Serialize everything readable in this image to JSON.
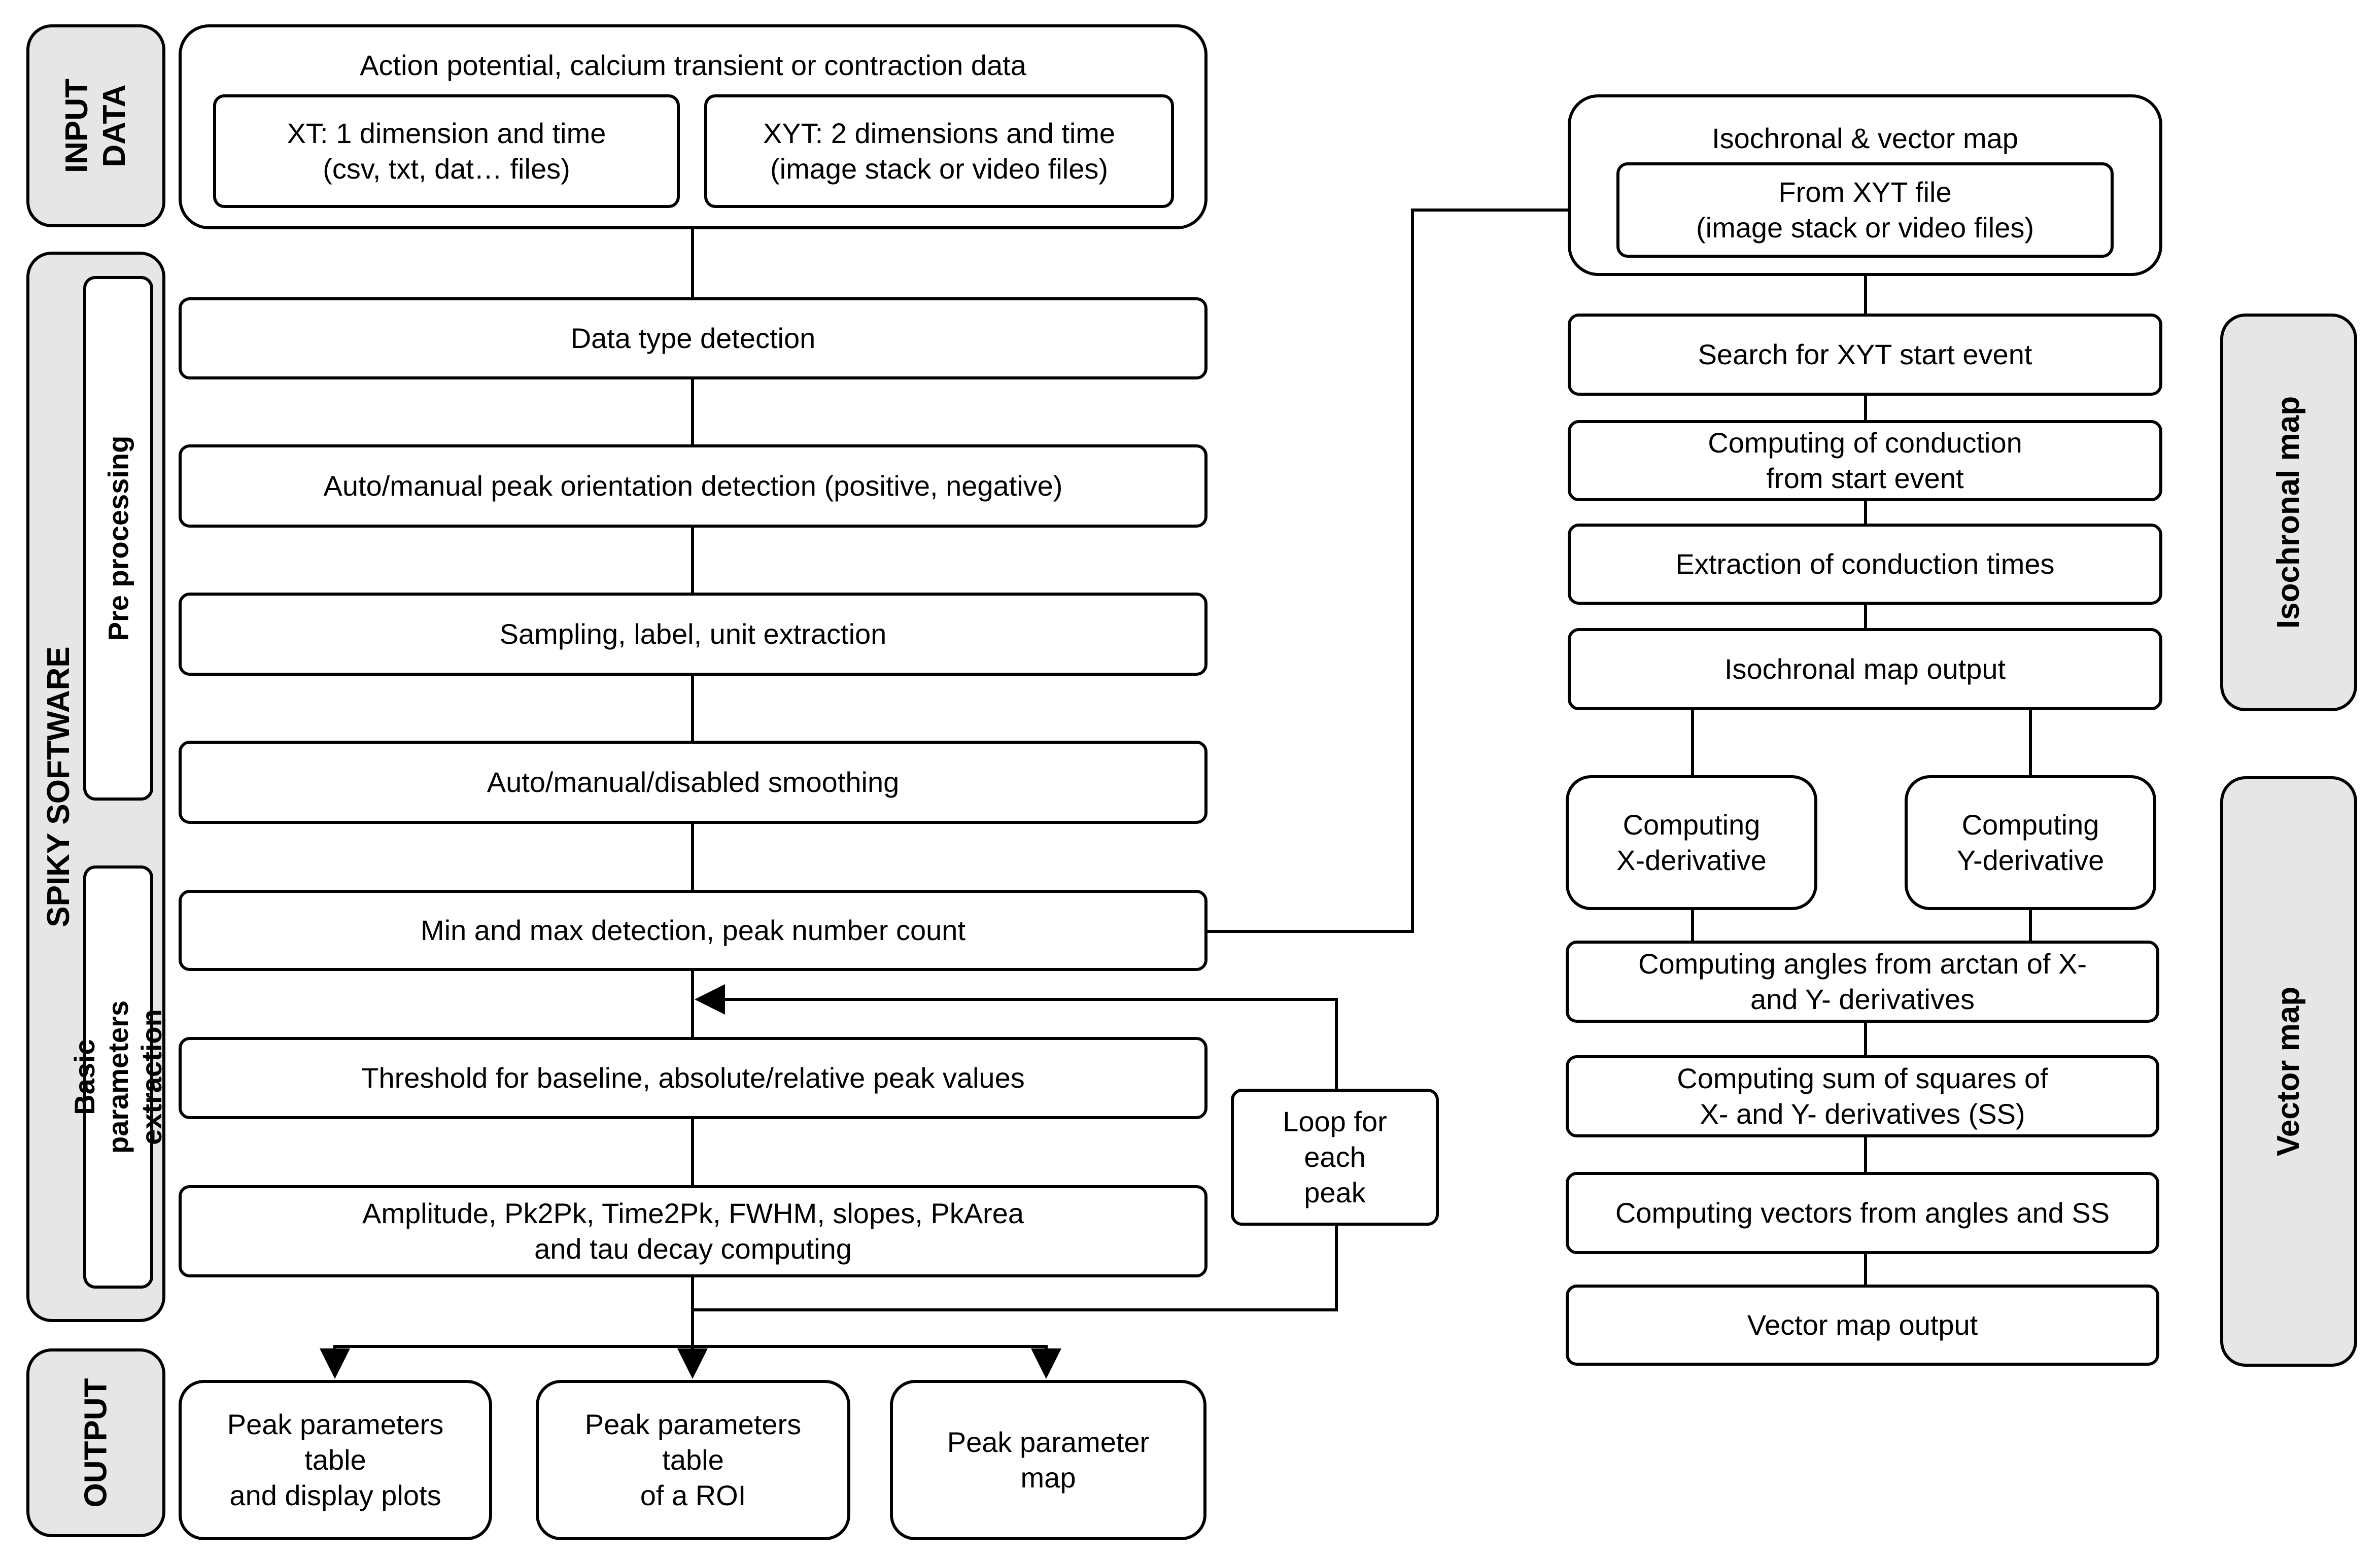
{
  "side_labels": {
    "input": "INPUT\nDATA",
    "software": "SPIKY SOFTWARE",
    "preprocessing": "Pre processing",
    "basic": "Basic parameters\nextraction",
    "output": "OUTPUT",
    "isochronal": "Isochronal map",
    "vector": "Vector map"
  },
  "input": {
    "title": "Action potential, calcium transient or contraction data",
    "xt": "XT: 1 dimension and time\n(csv, txt, dat… files)",
    "xyt": "XYT: 2 dimensions and time\n(image stack or video files)"
  },
  "steps": {
    "data_type": "Data type detection",
    "peak_orientation": "Auto/manual peak orientation detection (positive, negative)",
    "sampling": "Sampling, label, unit extraction",
    "smoothing": "Auto/manual/disabled smoothing",
    "minmax": "Min and max detection, peak number count",
    "threshold": "Threshold for baseline, absolute/relative peak values",
    "amplitude": "Amplitude, Pk2Pk, Time2Pk, FWHM, slopes, PkArea\nand tau decay computing",
    "loop": "Loop for\neach\npeak"
  },
  "outputs": {
    "table_plots": "Peak parameters\ntable\nand display plots",
    "table_roi": "Peak parameters\ntable\nof a ROI",
    "param_map": "Peak parameter\nmap"
  },
  "isochronal": {
    "container_title": "Isochronal & vector map",
    "from_xyt": "From XYT file\n(image stack or video files)",
    "search_start": "Search for XYT start event",
    "computing_conduction": "Computing of conduction\nfrom start event",
    "extraction_times": "Extraction of conduction times",
    "isochronal_output": "Isochronal map output"
  },
  "vector": {
    "x_derivative": "Computing\nX-derivative",
    "y_derivative": "Computing\nY-derivative",
    "angles": "Computing angles from arctan of X-\nand Y- derivatives",
    "sum_squares": "Computing sum of squares of\nX- and Y- derivatives (SS)",
    "vectors": "Computing vectors from angles and SS",
    "vector_output": "Vector map output"
  }
}
